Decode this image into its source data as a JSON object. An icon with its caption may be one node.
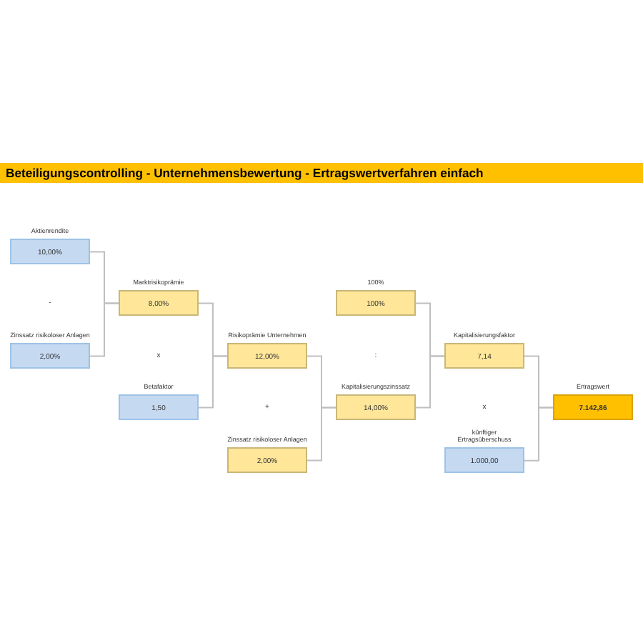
{
  "diagram": {
    "title": "Beteiligungscontrolling - Unternehmensbewertung - Ertragswertverfahren einfach",
    "nodes": [
      {
        "text": [
          "Aktienrendite",
          "10,00%"
        ]
      },
      {
        "text": [
          "Zinssatz risikoloser Anlagen",
          "2,00%"
        ]
      },
      {
        "text": [
          "Marktrisikoprämie",
          "8,00%"
        ]
      },
      {
        "text": [
          "Betafaktor",
          "1,50"
        ]
      },
      {
        "text": [
          "Risikoprämie Unternehmen",
          "12,00%"
        ]
      },
      {
        "text": [
          "Zinssatz risikoloser Anlagen",
          "2,00%"
        ]
      },
      {
        "text": [
          "100%",
          "100%"
        ]
      },
      {
        "text": [
          "Kapitalisierungszinssatz",
          "14,00%"
        ]
      },
      {
        "text": [
          "Kapitalisierungsfaktor",
          "7,14"
        ]
      },
      {
        "text": [
          "künftiger Ertragsüberschuss",
          "1.000,00"
        ]
      },
      {
        "text": [
          "Ertragswert",
          "7.142,86"
        ]
      }
    ],
    "edges": [
      {
        "from": 0,
        "to": 2,
        "arrow": "none"
      },
      {
        "from": 1,
        "to": 2,
        "arrow": "none"
      },
      {
        "from": 2,
        "to": 4,
        "arrow": "none"
      },
      {
        "from": 3,
        "to": 4,
        "arrow": "none"
      },
      {
        "from": 4,
        "to": 7,
        "arrow": "none"
      },
      {
        "from": 5,
        "to": 7,
        "arrow": "none"
      },
      {
        "from": 6,
        "to": 8,
        "arrow": "none"
      },
      {
        "from": 7,
        "to": 8,
        "arrow": "none"
      },
      {
        "from": 8,
        "to": 10,
        "arrow": "none"
      },
      {
        "from": 9,
        "to": 10,
        "arrow": "none"
      }
    ],
    "labels": [
      "-",
      "x",
      "+",
      ":",
      "x"
    ]
  }
}
